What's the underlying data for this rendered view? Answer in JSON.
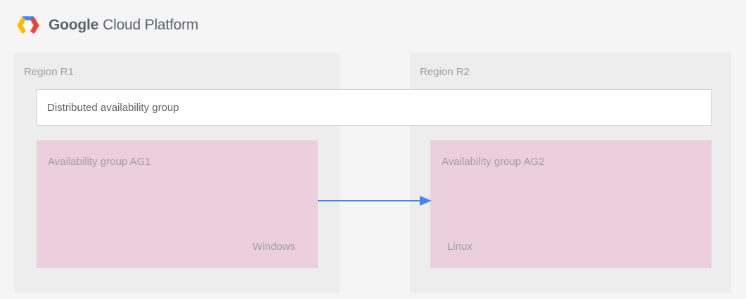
{
  "brand": {
    "logo_icon": "google-cloud-platform-hexagon-icon",
    "name_bold": "Google",
    "name_light": "Cloud Platform",
    "logo_colors": {
      "blue": "#4285f4",
      "red": "#ea4335",
      "yellow": "#fbbc05",
      "white": "#ffffff"
    }
  },
  "diagram": {
    "distributed_group": {
      "label": "Distributed availability group"
    },
    "regions": [
      {
        "label": "Region R1",
        "availability_group": {
          "title": "Availability group AG1",
          "os_label": "Windows"
        }
      },
      {
        "label": "Region R2",
        "availability_group": {
          "title": "Availability group AG2",
          "os_label": "Linux"
        }
      }
    ],
    "connector": {
      "icon": "right-arrow-icon",
      "direction": "left-to-right",
      "color": "#4285f4"
    },
    "colors": {
      "page_background": "#f5f5f5",
      "region_panel": "#ededed",
      "availability_group": "#ebcfdd",
      "distributed_group_fill": "#ffffff",
      "distributed_group_border": "#d0d0d0",
      "muted_text": "#9e9e9e",
      "body_text": "#616161"
    }
  }
}
